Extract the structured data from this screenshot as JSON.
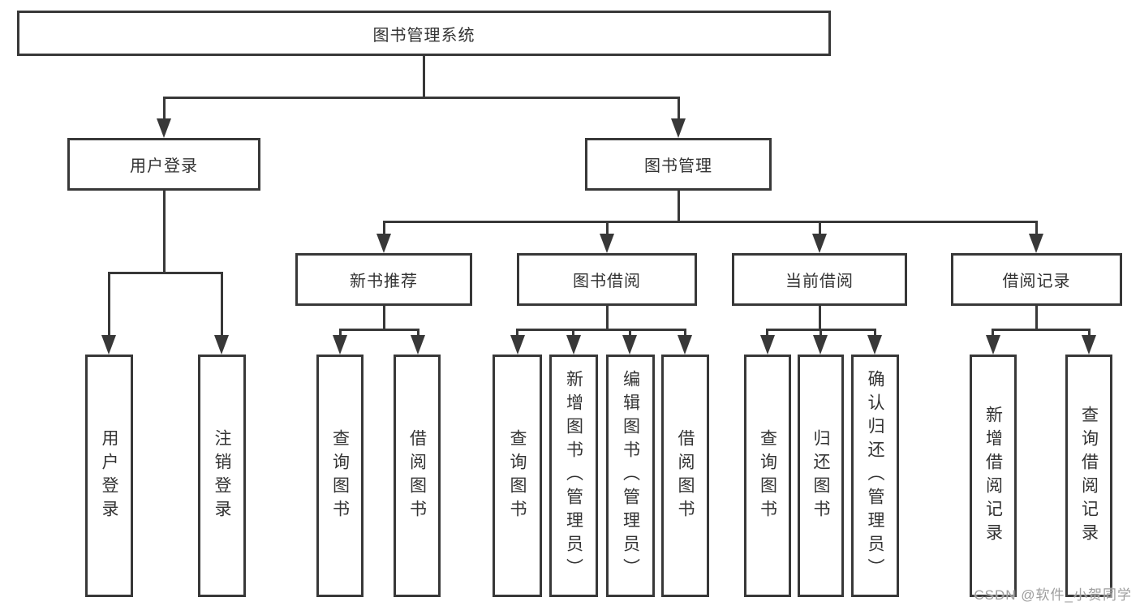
{
  "diagram": {
    "title": "图书管理系统",
    "branches": [
      {
        "label": "用户登录",
        "children": [
          {
            "label": "用户登录"
          },
          {
            "label": "注销登录"
          }
        ]
      },
      {
        "label": "图书管理",
        "children": [
          {
            "label": "新书推荐",
            "children": [
              {
                "label": "查询图书"
              },
              {
                "label": "借阅图书"
              }
            ]
          },
          {
            "label": "图书借阅",
            "children": [
              {
                "label": "查询图书"
              },
              {
                "label": "新增图书（管理员）"
              },
              {
                "label": "编辑图书（管理员）"
              },
              {
                "label": "借阅图书"
              }
            ]
          },
          {
            "label": "当前借阅",
            "children": [
              {
                "label": "查询图书"
              },
              {
                "label": "归还图书"
              },
              {
                "label": "确认归还（管理员）"
              }
            ]
          },
          {
            "label": "借阅记录",
            "children": [
              {
                "label": "新增借阅记录"
              },
              {
                "label": "查询借阅记录"
              }
            ]
          }
        ]
      }
    ]
  },
  "watermark": {
    "text": "CSDN @软件_小贺同学"
  },
  "colors": {
    "line": "#383838",
    "text": "#333333",
    "watermark": "#9e9e9e",
    "background": "#ffffff"
  }
}
